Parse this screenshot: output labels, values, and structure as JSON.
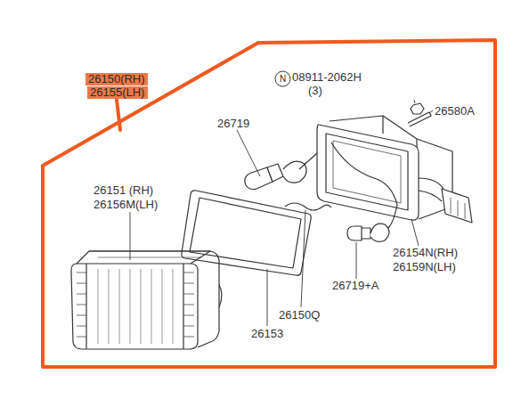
{
  "diagram": {
    "nodes": [
      {
        "text": [
          "26150(RH)"
        ]
      },
      {
        "text": [
          "26155(LH)"
        ]
      },
      {
        "text": [
          "N"
        ]
      }
    ],
    "labels": [
      "08911-2062H",
      "(3)",
      "26580A",
      "26719",
      "26151 (RH)",
      "26156M(LH)",
      "26154N(RH)",
      "26159N(LH)",
      "26719+A",
      "26150Q",
      "26153"
    ]
  }
}
